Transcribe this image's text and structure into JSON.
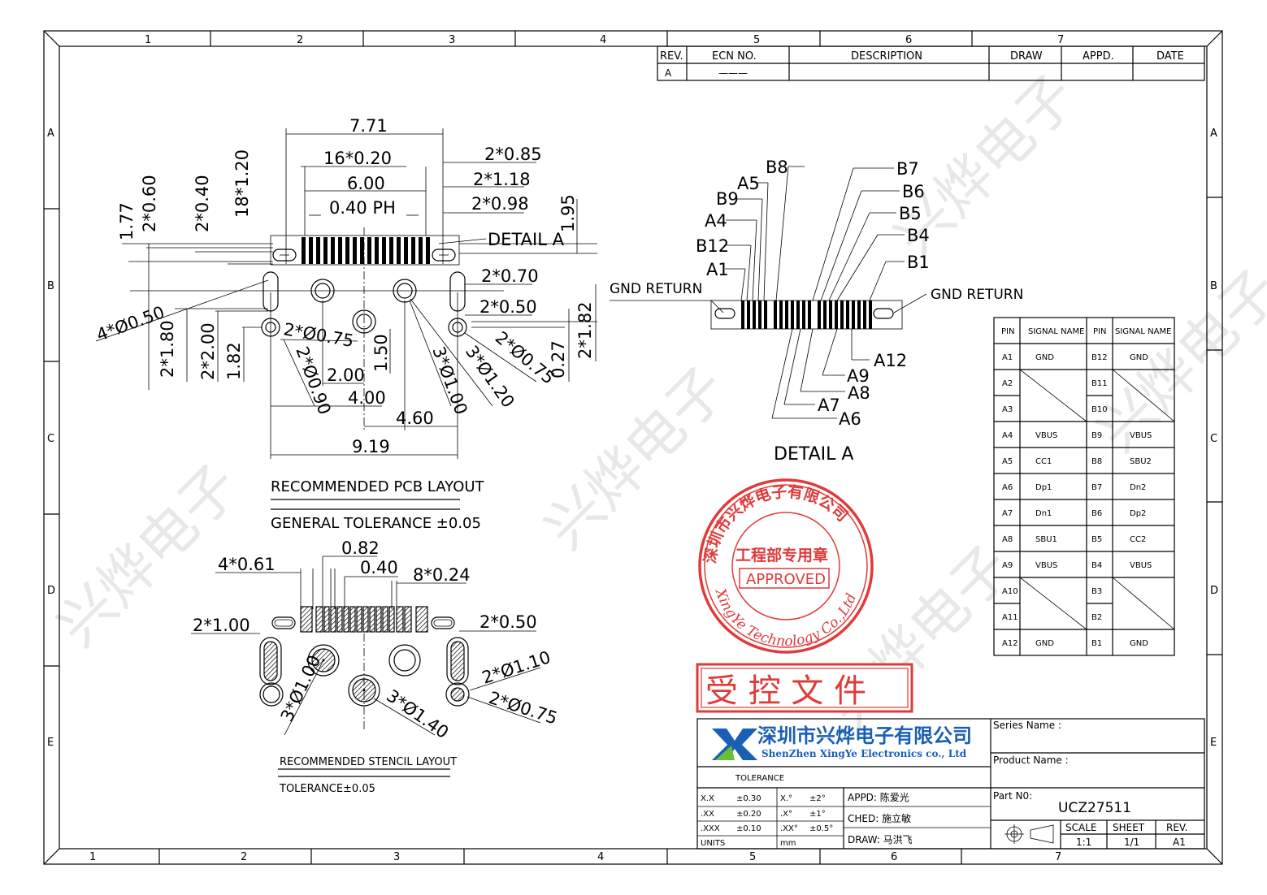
{
  "border": {
    "top_cols": [
      "1",
      "2",
      "3",
      "4",
      "5",
      "6",
      "7"
    ],
    "bottom_cols": [
      "1",
      "2",
      "3",
      "4",
      "5",
      "6",
      "7"
    ],
    "rows": [
      "A",
      "B",
      "C",
      "D",
      "E"
    ]
  },
  "revision_table": {
    "headers": [
      "REV.",
      "ECN NO.",
      "DESCRIPTION",
      "DRAW",
      "APPD.",
      "DATE"
    ],
    "row": [
      "A",
      "———",
      "",
      "",
      "",
      ""
    ]
  },
  "pcb": {
    "dims": [
      "7.71",
      "16*0.20",
      "6.00",
      "0.40 PH",
      "2*0.85",
      "2*1.18",
      "2*0.98",
      "DETAIL A",
      "1.95",
      "1.77",
      "2*0.60",
      "2*0.40",
      "18*1.20",
      "2*0.70",
      "2*0.50",
      "4*Ø0.50",
      "2*Ø0.75",
      "2*1.80",
      "2*2.00",
      "1.82",
      "2*Ø0.90",
      "2.00",
      "1.50",
      "4.00",
      "4.60",
      "3*Ø1.00",
      "3*Ø1.20",
      "2*Ø0.75",
      "0.27",
      "2*1.82",
      "9.19"
    ],
    "title": "RECOMMENDED PCB LAYOUT",
    "tolerance": "GENERAL TOLERANCE ±0.05"
  },
  "stencil": {
    "dims": [
      "4*0.61",
      "0.82",
      "0.40",
      "8*0.24",
      "2*1.00",
      "2*0.50",
      "2*Ø1.10",
      "2*Ø0.75",
      "3*Ø1.00",
      "3*Ø1.40"
    ],
    "title": "RECOMMENDED STENCIL LAYOUT",
    "tolerance": "TOLERANCE±0.05"
  },
  "detail": {
    "title": "DETAIL A",
    "labels_top_left": [
      "B8",
      "A5",
      "B9",
      "A4",
      "B12",
      "A1"
    ],
    "labels_top_right": [
      "B7",
      "B6",
      "B5",
      "B4",
      "B1"
    ],
    "labels_bottom": [
      "A12",
      "A9",
      "A8",
      "A7",
      "A6"
    ],
    "gnd_left": "GND RETURN",
    "gnd_right": "GND RETURN"
  },
  "pin_table": {
    "headers": [
      "PIN",
      "SIGNAL NAME",
      "PIN",
      "SIGNAL NAME"
    ],
    "rows": [
      [
        "A1",
        "GND",
        "B12",
        "GND"
      ],
      [
        "A2",
        "",
        "B11",
        ""
      ],
      [
        "A3",
        "",
        "B10",
        ""
      ],
      [
        "A4",
        "VBUS",
        "B9",
        "VBUS"
      ],
      [
        "A5",
        "CC1",
        "B8",
        "SBU2"
      ],
      [
        "A6",
        "Dp1",
        "B7",
        "Dn2"
      ],
      [
        "A7",
        "Dn1",
        "B6",
        "Dp2"
      ],
      [
        "A8",
        "SBU1",
        "B5",
        "CC2"
      ],
      [
        "A9",
        "VBUS",
        "B4",
        "VBUS"
      ],
      [
        "A10",
        "",
        "B3",
        ""
      ],
      [
        "A11",
        "",
        "B2",
        ""
      ],
      [
        "A12",
        "GND",
        "B1",
        "GND"
      ]
    ]
  },
  "stamp": {
    "outer_text": "深圳市兴烨电子有限公司",
    "outer_en": "XingYe Technology Co.,Ltd",
    "dept": "工程部专用章",
    "approved": "APPROVED",
    "color": "#e03a3a"
  },
  "controlled": {
    "text": "受 控 文 件",
    "color": "#e03a3a"
  },
  "title_block": {
    "company_cn": "深圳市兴烨电子有限公司",
    "company_en": "ShenZhen XingYe Electronics co., Ltd",
    "brand_color": "#1a5fb4",
    "logo_green": "#6abf3a",
    "tolerance_label": "TOLERANCE",
    "tol_rows": [
      [
        "X.X",
        "±0.30",
        "X.°",
        "±2°"
      ],
      [
        ".XX",
        "±0.20",
        ".X°",
        "±1°"
      ],
      [
        ".XXX",
        "±0.10",
        ".XX°",
        "±0.5°"
      ],
      [
        "UNITS",
        "",
        "mm",
        ""
      ]
    ],
    "appd": "APPD: 陈爱光",
    "ched": "CHED: 施立敏",
    "draw": "DRAW: 马洪飞",
    "series_name": "Series Name :",
    "product_name": "Product Name :",
    "part_label": "Part N0:",
    "part_no": "UCZ27511",
    "scale_label": "SCALE",
    "scale": "1:1",
    "sheet_label": "SHEET",
    "sheet": "1/1",
    "rev_label": "REV.",
    "rev": "A1"
  },
  "watermark": "兴烨电子"
}
